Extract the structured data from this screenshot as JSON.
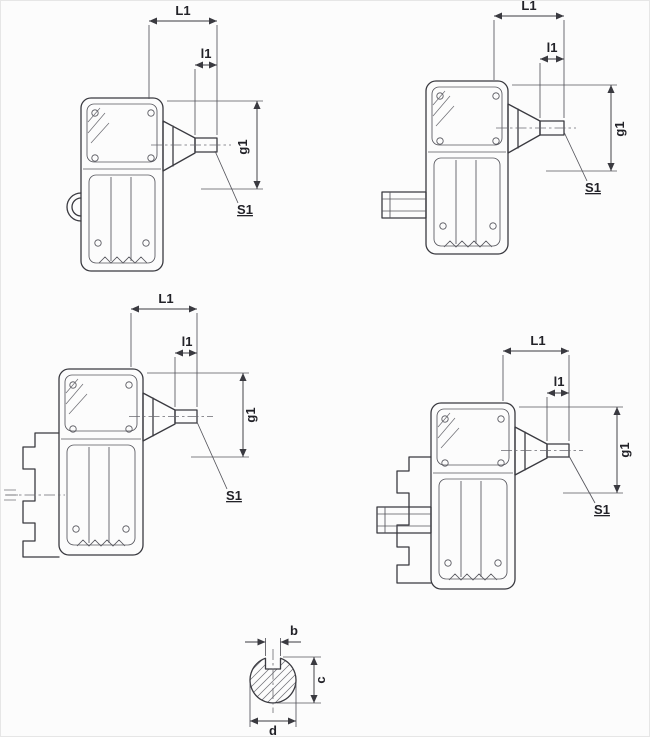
{
  "diagram": {
    "colors": {
      "line": "#3a3a40",
      "background": "#fcfcfc"
    },
    "views": [
      {
        "L1": "L1",
        "l1": "l1",
        "g1": "g1",
        "S1": "S1"
      },
      {
        "L1": "L1",
        "l1": "l1",
        "g1": "g1",
        "S1": "S1"
      },
      {
        "L1": "L1",
        "l1": "l1",
        "g1": "g1",
        "S1": "S1"
      },
      {
        "L1": "L1",
        "l1": "l1",
        "g1": "g1",
        "S1": "S1"
      }
    ],
    "shaft_section": {
      "b": "b",
      "c": "c",
      "d": "d"
    }
  }
}
